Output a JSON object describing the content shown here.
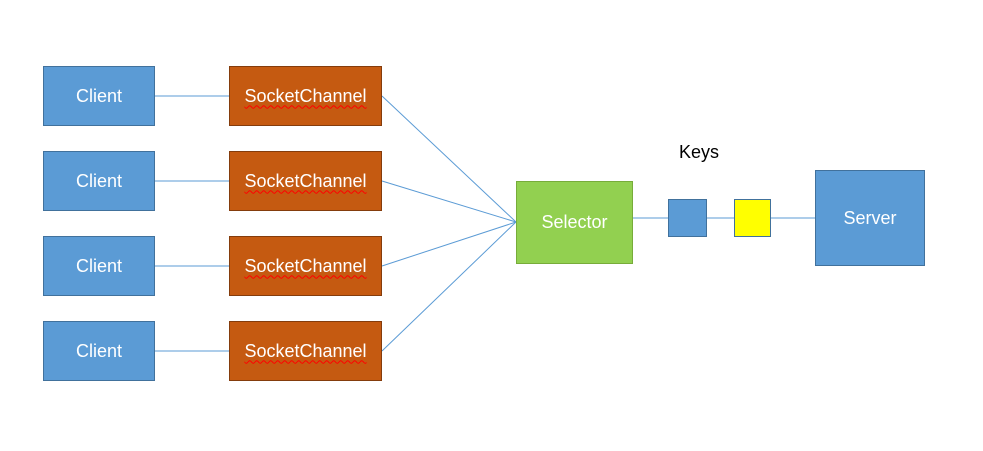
{
  "clients": [
    {
      "label": "Client"
    },
    {
      "label": "Client"
    },
    {
      "label": "Client"
    },
    {
      "label": "Client"
    }
  ],
  "channels": [
    {
      "label": "SocketChannel"
    },
    {
      "label": "SocketChannel"
    },
    {
      "label": "SocketChannel"
    },
    {
      "label": "SocketChannel"
    }
  ],
  "selector": {
    "label": "Selector"
  },
  "keys": {
    "label": "Keys",
    "items": [
      {
        "color": "#5b9bd5"
      },
      {
        "color": "#ffff00"
      }
    ]
  },
  "server": {
    "label": "Server"
  },
  "colors": {
    "client": "#5b9bd5",
    "channel": "#c55a11",
    "selector": "#92d050",
    "server": "#5b9bd5",
    "connector": "#5b9bd5"
  }
}
